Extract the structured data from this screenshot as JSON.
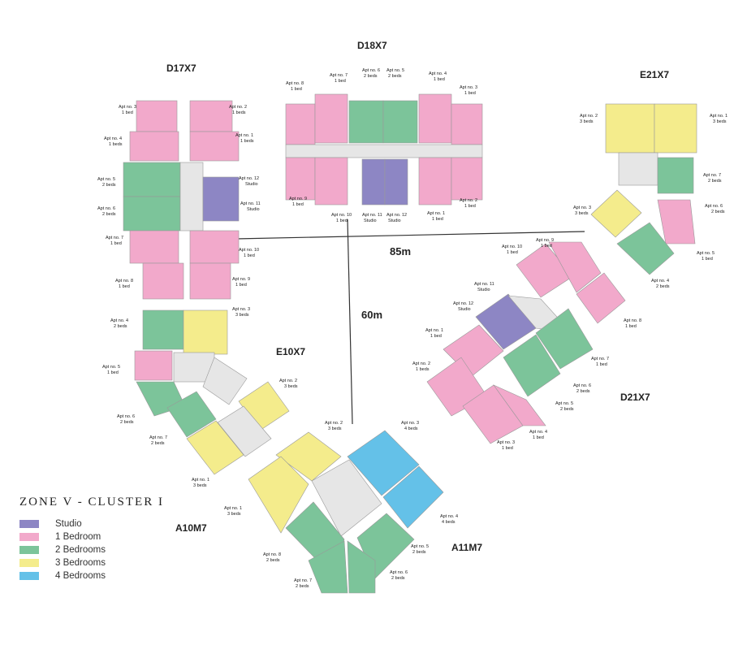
{
  "legend": {
    "title": "ZONE V - CLUSTER I",
    "items": [
      {
        "label": "Studio",
        "color": "#8d86c4"
      },
      {
        "label": "1 Bedroom",
        "color": "#f2a9cb"
      },
      {
        "label": "2 Bedrooms",
        "color": "#7cc49a"
      },
      {
        "label": "3 Bedrooms",
        "color": "#f4ec8c"
      },
      {
        "label": "4 Bedrooms",
        "color": "#64c1e8"
      }
    ]
  },
  "distances": {
    "horizontal": "85m",
    "vertical": "60m"
  },
  "buildings": [
    {
      "name": "D17X7",
      "apartments": [
        {
          "no": "Apt no. 3",
          "type": "1 bed"
        },
        {
          "no": "Apt no. 2",
          "type": "1 beds"
        },
        {
          "no": "Apt no. 4",
          "type": "1 beds"
        },
        {
          "no": "Apt no. 1",
          "type": "1 beds"
        },
        {
          "no": "Apt no. 5",
          "type": "2 beds"
        },
        {
          "no": "Apt no. 12",
          "type": "Studio"
        },
        {
          "no": "Apt no. 6",
          "type": "2 beds"
        },
        {
          "no": "Apt no. 11",
          "type": "Studio"
        },
        {
          "no": "Apt no. 7",
          "type": "1 bed"
        },
        {
          "no": "Apt no. 10",
          "type": "1 bed"
        },
        {
          "no": "Apt no. 8",
          "type": "1 bed"
        },
        {
          "no": "Apt no. 9",
          "type": "1 bed"
        }
      ]
    },
    {
      "name": "D18X7",
      "apartments": [
        {
          "no": "Apt no. 8",
          "type": "1 bed"
        },
        {
          "no": "Apt no. 7",
          "type": "1 bed"
        },
        {
          "no": "Apt no. 6",
          "type": "2 beds"
        },
        {
          "no": "Apt no. 5",
          "type": "2 beds"
        },
        {
          "no": "Apt no. 4",
          "type": "1 bed"
        },
        {
          "no": "Apt no. 3",
          "type": "1 bed"
        },
        {
          "no": "Apt no. 9",
          "type": "1 bed"
        },
        {
          "no": "Apt no. 10",
          "type": "1 bed"
        },
        {
          "no": "Apt no. 11",
          "type": "Studio"
        },
        {
          "no": "Apt no. 12",
          "type": "Studio"
        },
        {
          "no": "Apt no. 1",
          "type": "1 bed"
        },
        {
          "no": "Apt no. 2",
          "type": "1 bed"
        }
      ]
    },
    {
      "name": "E21X7",
      "apartments": [
        {
          "no": "Apt no. 2",
          "type": "3 beds"
        },
        {
          "no": "Apt no. 1",
          "type": "3 beds"
        },
        {
          "no": "Apt no. 7",
          "type": "2 beds"
        },
        {
          "no": "Apt no. 3",
          "type": "3 beds"
        },
        {
          "no": "Apt no. 6",
          "type": "2 beds"
        },
        {
          "no": "Apt no. 5",
          "type": "1 bed"
        },
        {
          "no": "Apt no. 4",
          "type": "2 beds"
        }
      ]
    },
    {
      "name": "E10X7",
      "apartments": [
        {
          "no": "Apt no. 4",
          "type": "2 beds"
        },
        {
          "no": "Apt no. 3",
          "type": "3 beds"
        },
        {
          "no": "Apt no. 5",
          "type": "1 bed"
        },
        {
          "no": "Apt no. 2",
          "type": "3 beds"
        },
        {
          "no": "Apt no. 6",
          "type": "2 beds"
        }
      ]
    },
    {
      "name": "A10M7",
      "apartments": [
        {
          "no": "Apt no. 7",
          "type": "2 beds"
        },
        {
          "no": "Apt no. 1",
          "type": "3 beds"
        }
      ]
    },
    {
      "name": "A11M7",
      "apartments": [
        {
          "no": "Apt no. 2",
          "type": "3 beds"
        },
        {
          "no": "Apt no. 3",
          "type": "4 beds"
        },
        {
          "no": "Apt no. 1",
          "type": "3 beds"
        },
        {
          "no": "Apt no. 4",
          "type": "4 beds"
        },
        {
          "no": "Apt no. 8",
          "type": "2 beds"
        },
        {
          "no": "Apt no. 5",
          "type": "2 beds"
        },
        {
          "no": "Apt no. 7",
          "type": "2 beds"
        },
        {
          "no": "Apt no. 6",
          "type": "2 beds"
        }
      ]
    },
    {
      "name": "D21X7",
      "apartments": [
        {
          "no": "Apt no. 10",
          "type": "1 bed"
        },
        {
          "no": "Apt no. 9",
          "type": "1 bed"
        },
        {
          "no": "Apt no. 11",
          "type": "Studio"
        },
        {
          "no": "Apt no. 12",
          "type": "Studio"
        },
        {
          "no": "Apt no. 1",
          "type": "1 bed"
        },
        {
          "no": "Apt no. 8",
          "type": "1 bed"
        },
        {
          "no": "Apt no. 2",
          "type": "1 beds"
        },
        {
          "no": "Apt no. 7",
          "type": "1 bed"
        },
        {
          "no": "Apt no. 6",
          "type": "2 beds"
        },
        {
          "no": "Apt no. 5",
          "type": "2 beds"
        },
        {
          "no": "Apt no. 3",
          "type": "1 bed"
        },
        {
          "no": "Apt no. 4",
          "type": "1 bed"
        }
      ]
    }
  ]
}
